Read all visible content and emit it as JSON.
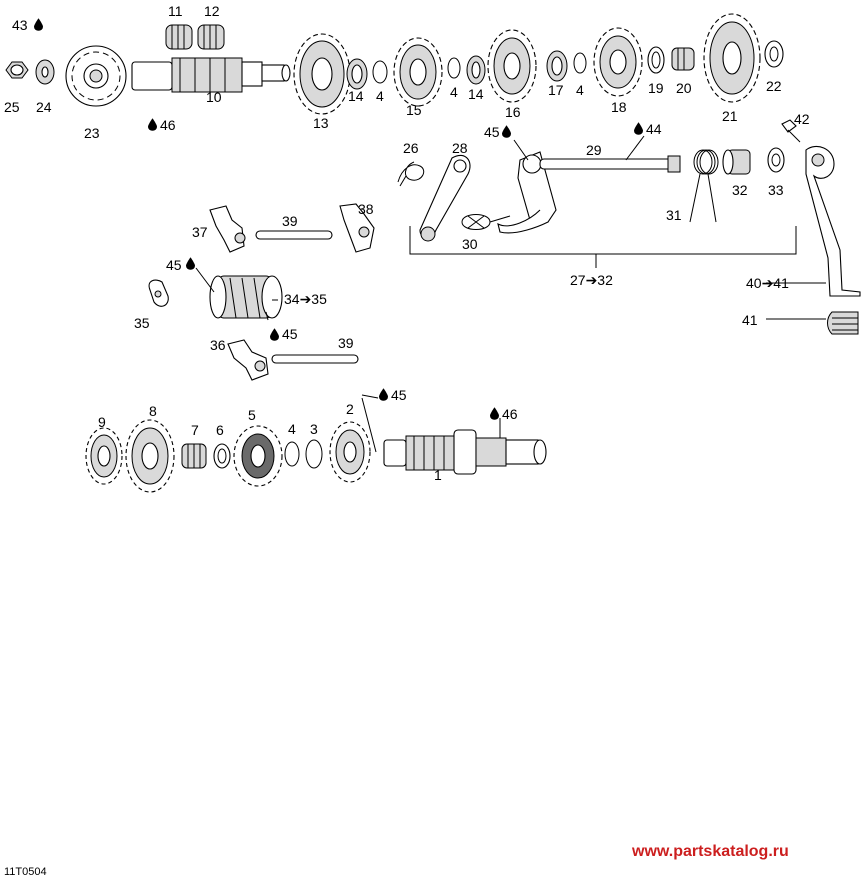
{
  "diagram": {
    "drawing_code": "11T0504",
    "watermark": "www.partskatalog.ru",
    "callouts": {
      "c1": "1",
      "c2": "2",
      "c3": "3",
      "c4a": "4",
      "c4b": "4",
      "c4c": "4",
      "c4d": "4",
      "c5": "5",
      "c6": "6",
      "c7": "7",
      "c8": "8",
      "c9": "9",
      "c10": "10",
      "c11": "11",
      "c12": "12",
      "c13": "13",
      "c14a": "14",
      "c14b": "14",
      "c15": "15",
      "c16": "16",
      "c17": "17",
      "c18": "18",
      "c19": "19",
      "c20": "20",
      "c21": "21",
      "c22": "22",
      "c23": "23",
      "c24": "24",
      "c25": "25",
      "c26": "26",
      "c28": "28",
      "c29": "29",
      "c30": "30",
      "c31": "31",
      "c32": "32",
      "c33": "33",
      "c35": "35",
      "c36": "36",
      "c37": "37",
      "c38": "38",
      "c39a": "39",
      "c39b": "39",
      "c42": "42",
      "c41": "41",
      "c43": "43",
      "c44": "44",
      "c45a": "45",
      "c45b": "45",
      "c45c": "45",
      "c45d": "45",
      "c46a": "46",
      "c46b": "46"
    },
    "kits": {
      "k27": "27➔32",
      "k34": "34➔35",
      "k40": "40➔41"
    }
  }
}
